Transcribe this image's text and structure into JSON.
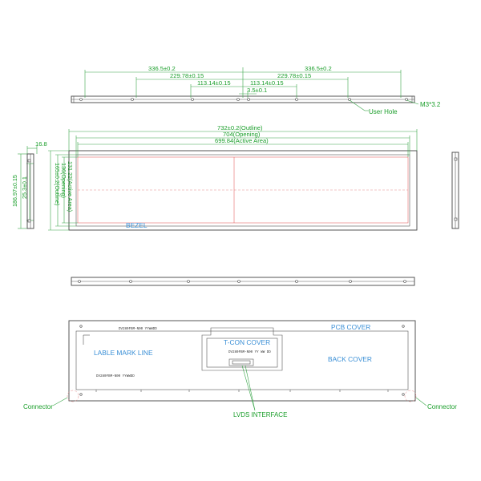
{
  "top_view": {
    "dim_left_336": "336.5±0.2",
    "dim_right_336": "336.5±0.2",
    "dim_left_229": "229.78±0.15",
    "dim_right_229": "229.78±0.15",
    "dim_left_113": "113.14±0.15",
    "dim_right_113": "113.14±0.15",
    "dim_center": "3.5±0.1",
    "callout_user_hole": "User Hole",
    "callout_m3": "M3*3.2"
  },
  "front_view": {
    "dim_outline": "732±0.2(Outline)",
    "dim_opening": "704(Opening)",
    "dim_active": "699.84(Active Area)",
    "dim_thickness": "16.8",
    "v_outline": "186.97±0.15",
    "v_inner": "25.3±0.1",
    "v_active": "131.22(Active Area)",
    "v_opening": "136(Opening)",
    "v_outline2": "165±0.2(Outline)",
    "bezel_label": "BEZEL"
  },
  "back_view": {
    "model_top": "DV280FBM-N00  YYWWDD",
    "model_bottom": "DV280FBM-N00  YYWWDD",
    "tcon_small": "DV280FBM-N00  YY  WW  DD",
    "lable_mark_line": "LABLE MARK LINE",
    "tcon_cover": "T-CON COVER",
    "pcb_cover": "PCB COVER",
    "back_cover": "BACK COVER",
    "connector_left": "Connector",
    "connector_right": "Connector",
    "lvds_interface": "LVDS INTERFACE"
  },
  "colors": {
    "dimension": "#1a9e2a",
    "label": "#3a8fd6",
    "outline": "#444444",
    "active_area": "#e04848"
  }
}
